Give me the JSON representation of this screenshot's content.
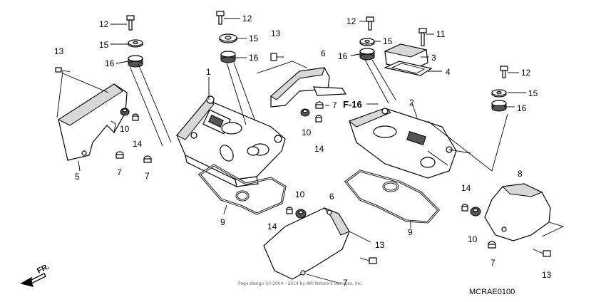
{
  "diagram": {
    "callouts": {
      "c1": "1",
      "c2": "2",
      "c3": "3",
      "c4": "4",
      "c5": "5",
      "c6a": "6",
      "c6b": "6",
      "c7a": "7",
      "c7b": "7",
      "c7c": "7",
      "c7d": "7",
      "c7e": "7",
      "c8": "8",
      "c9a": "9",
      "c9b": "9",
      "c10a": "10",
      "c10b": "10",
      "c10c": "10",
      "c10d": "10",
      "c11": "11",
      "c12a": "12",
      "c12b": "12",
      "c12c": "12",
      "c12d": "12",
      "c13a": "13",
      "c13b": "13",
      "c13c": "13",
      "c13d": "13",
      "c14a": "14",
      "c14b": "14",
      "c14c": "14",
      "c14d": "14",
      "c15a": "15",
      "c15b": "15",
      "c15c": "15",
      "c15d": "15",
      "c16a": "16",
      "c16b": "16",
      "c16c": "16",
      "c16d": "16"
    },
    "reference": "F-16",
    "front_indicator": "FR.",
    "diagram_code": "MCRAE0100",
    "copyright": "Page design (c) 2004 - 2014 by ARI Network Services, Inc."
  }
}
